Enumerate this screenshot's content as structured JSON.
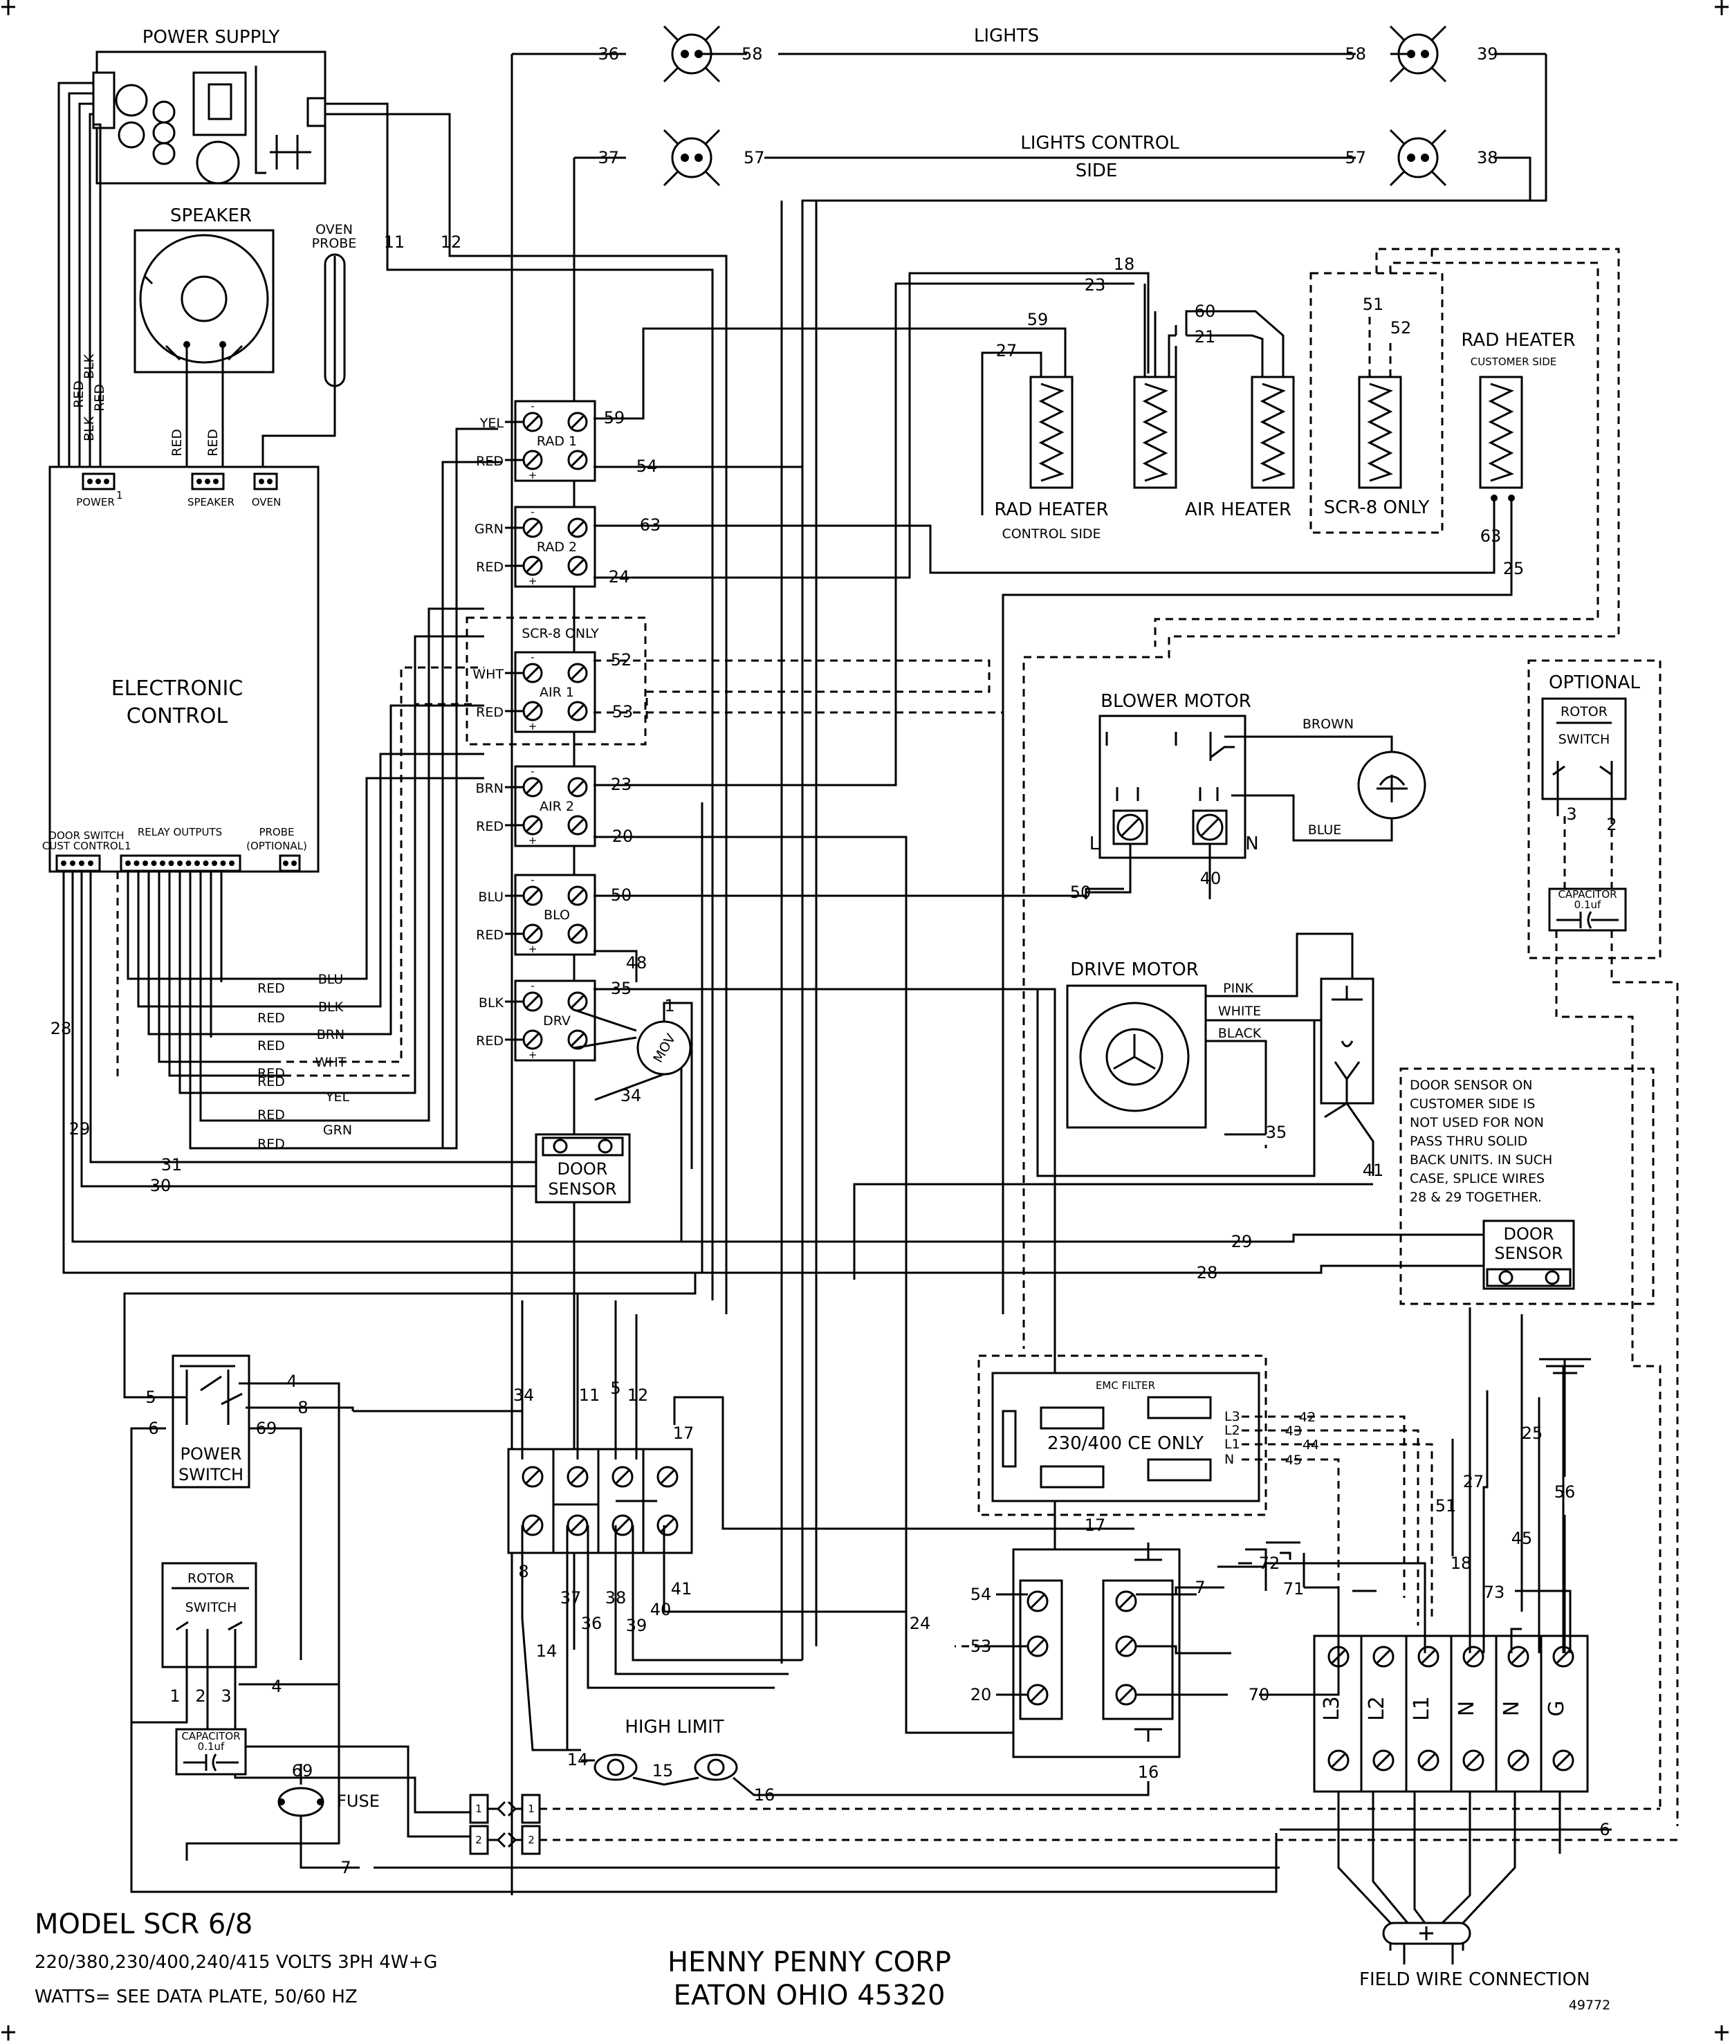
{
  "power_supply": {
    "title": "POWER SUPPLY"
  },
  "speaker": {
    "title": "SPEAKER"
  },
  "oven_probe": {
    "line1": "OVEN",
    "line2": "PROBE"
  },
  "electronic_control": {
    "line1": "ELECTRONIC",
    "line2": "CONTROL",
    "connectors": {
      "power": "POWER",
      "speaker": "SPEAKER",
      "oven": "OVEN",
      "pin1": "1"
    },
    "bottom": {
      "door_switch": "DOOR SWITCH",
      "cust_control": "CUST CONTROL",
      "relay_outputs": "RELAY OUTPUTS",
      "probe": "PROBE",
      "optional": "(OPTIONAL)",
      "pin1": "1"
    }
  },
  "lights": {
    "title": "LIGHTS",
    "control_line1": "LIGHTS CONTROL",
    "control_line2": "SIDE"
  },
  "relays": [
    {
      "name": "RAD 1",
      "in_top": "YEL",
      "in_bot": "RED",
      "out_top": "59",
      "out_bot": "54"
    },
    {
      "name": "RAD 2",
      "in_top": "GRN",
      "in_bot": "RED",
      "out_top": "63",
      "out_bot": "24"
    },
    {
      "name": "AIR 1",
      "in_top": "WHT",
      "in_bot": "RED",
      "out_top": "52",
      "out_bot": "53",
      "note": "SCR-8 ONLY"
    },
    {
      "name": "AIR 2",
      "in_top": "BRN",
      "in_bot": "RED",
      "out_top": "23",
      "out_bot": "20"
    },
    {
      "name": "BLO",
      "in_top": "BLU",
      "in_bot": "RED",
      "out_top": "50",
      "out_bot": ""
    },
    {
      "name": "DRV",
      "in_top": "BLK",
      "in_bot": "RED",
      "out_top": "35",
      "out_bot": ""
    }
  ],
  "relay_signs": {
    "minus": "-",
    "plus": "+"
  },
  "relay_bundle": [
    {
      "a": "RED",
      "b": "BLU"
    },
    {
      "a": "RED",
      "b": "BLK"
    },
    {
      "a": "RED",
      "b": "BRN"
    },
    {
      "a": "RED",
      "b": "WHT"
    },
    {
      "a": "RED",
      "b": ""
    },
    {
      "a": "",
      "b": "YEL"
    },
    {
      "a": "RED",
      "b": ""
    },
    {
      "a": "RED",
      "b": "GRN"
    }
  ],
  "mov": {
    "label": "MOV"
  },
  "heaters": {
    "rad_control_1": "RAD HEATER",
    "rad_control_2": "CONTROL SIDE",
    "air": "AIR HEATER",
    "scr8": "SCR-8 ONLY",
    "rad_customer_1": "RAD HEATER",
    "rad_customer_2": "CUSTOMER SIDE"
  },
  "blower_motor": {
    "title": "BLOWER MOTOR",
    "brown": "BROWN",
    "blue": "BLUE",
    "l": "L",
    "n": "N"
  },
  "drive_motor": {
    "title": "DRIVE MOTOR",
    "pink": "PINK",
    "white": "WHITE",
    "black": "BLACK"
  },
  "optional_box": {
    "title": "OPTIONAL",
    "rotor": "ROTOR",
    "switch": "SWITCH",
    "capacitor": "CAPACITOR",
    "cap_value": "0.1uf",
    "pin3": "3",
    "pin2": "2"
  },
  "door_note": [
    "DOOR SENSOR ON",
    "CUSTOMER SIDE IS",
    "NOT USED FOR NON",
    "PASS THRU SOLID",
    "BACK UNITS. IN SUCH",
    "CASE, SPLICE WIRES",
    "28 & 29 TOGETHER."
  ],
  "door_sensor": {
    "line1": "DOOR",
    "line2": "SENSOR"
  },
  "power_switch": {
    "line1": "POWER",
    "line2": "SWITCH"
  },
  "rotor_switch": {
    "line1": "ROTOR",
    "line2": "SWITCH",
    "capacitor": "CAPACITOR",
    "cap_value": "0.1uf",
    "p1": "1",
    "p2": "2",
    "p3": "3"
  },
  "fuse": {
    "label": "FUSE"
  },
  "high_limit": {
    "label": "HIGH LIMIT"
  },
  "emc_filter": {
    "title": "EMC FILTER",
    "note": "230/400 CE ONLY",
    "l3": "L3",
    "l2": "L2",
    "l1": "L1",
    "n": "N"
  },
  "field_terminals": [
    "L3",
    "L2",
    "L1",
    "N",
    "N",
    "G"
  ],
  "field_wire": "FIELD WIRE CONNECTION",
  "plug_pins": {
    "p1": "1",
    "p2": "2"
  },
  "wires": {
    "w36": "36",
    "w58": "58",
    "w39": "39",
    "w37": "37",
    "w57": "57",
    "w38": "38",
    "w11": "11",
    "w12": "12",
    "w18": "18",
    "w23": "23",
    "w60": "60",
    "w21": "21",
    "w27": "27",
    "w59": "59",
    "w51": "51",
    "w52": "52",
    "w63": "63",
    "w25": "25",
    "w50": "50",
    "w40": "40",
    "w35": "35",
    "w41": "41",
    "w29": "29",
    "w28": "28",
    "w48": "48",
    "w1": "1",
    "w34": "34",
    "w31": "31",
    "w30": "30",
    "w5": "5",
    "w6": "6",
    "w4": "4",
    "w8": "8",
    "w69": "69",
    "w7": "7",
    "w17": "17",
    "w14": "14",
    "w15": "15",
    "w16": "16",
    "w54": "54",
    "w24": "24",
    "w53": "53",
    "w20": "20",
    "w70": "70",
    "w71": "71",
    "w72": "72",
    "w73": "73",
    "w42": "42",
    "w43": "43",
    "w44": "44",
    "w45": "45",
    "w56": "56",
    "w36b": "36",
    "w37b": "37",
    "w38b": "38",
    "w39b": "39",
    "w2": "2",
    "w3": "3",
    "w6b": "6"
  },
  "footer": {
    "model": "MODEL SCR 6/8",
    "voltage": "220/380,230/400,240/415 VOLTS 3PH 4W+G",
    "watts": "WATTS= SEE DATA PLATE, 50/60 HZ",
    "company1": "HENNY PENNY CORP",
    "company2": "EATON OHIO 45320",
    "drawing_no": "49772"
  }
}
